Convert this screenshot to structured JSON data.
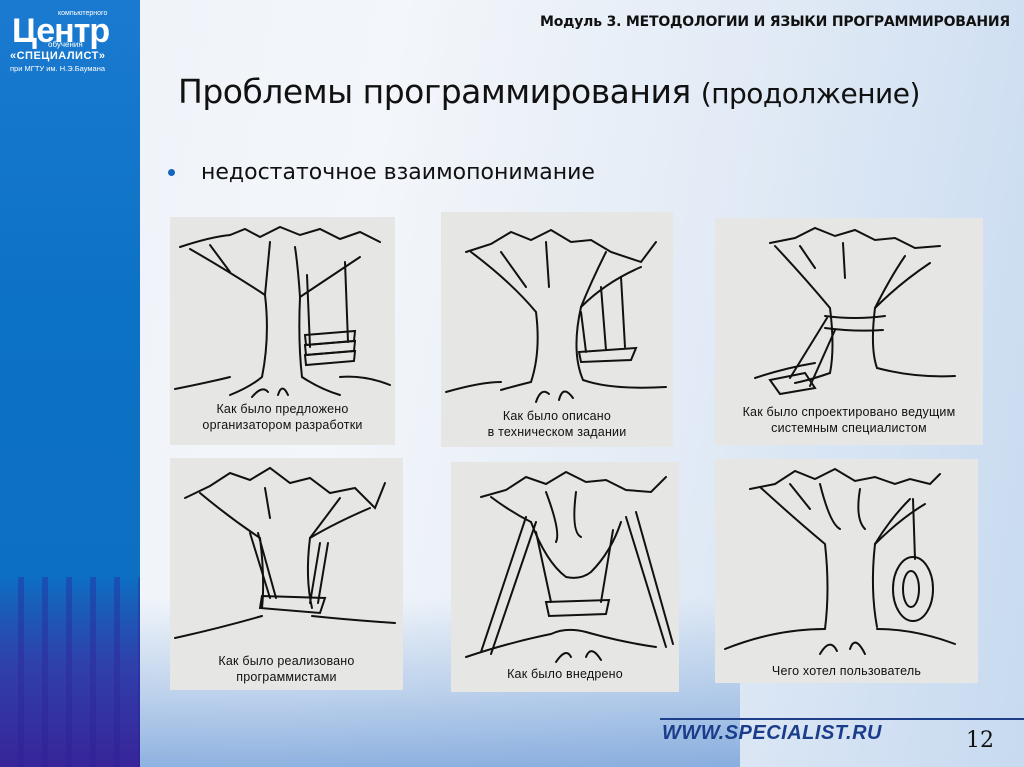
{
  "logo": {
    "top_small": "компьютерного",
    "big": "Центр",
    "middle_small": "обучения",
    "brand": "«СПЕЦИАЛИСТ»",
    "subtitle": "при МГТУ им. Н.Э.Баумана"
  },
  "header": {
    "module": "Модуль 3. МЕТОДОЛОГИИ И ЯЗЫКИ ПРОГРАММИРОВАНИЯ"
  },
  "slide": {
    "title": "Проблемы программирования",
    "title_suffix": "(продолжение)",
    "bullets": [
      "недостаточное взаимопонимание"
    ]
  },
  "panels": [
    {
      "caption_line1": "Как было предложено",
      "caption_line2": "организатором разработки",
      "swing": "three-tier-seat"
    },
    {
      "caption_line1": "Как было описано",
      "caption_line2": "в техническом задании",
      "swing": "three-rope-seat"
    },
    {
      "caption_line1": "Как было спроектировано ведущим",
      "caption_line2": "системным специалистом",
      "swing": "seat-tied-to-trunk"
    },
    {
      "caption_line1": "Как было реализовано",
      "caption_line2": "программистами",
      "swing": "seat-around-trunk"
    },
    {
      "caption_line1": "Как было внедрено",
      "caption_line2": "",
      "swing": "a-frame-cut-trunk"
    },
    {
      "caption_line1": "Чего хотел пользователь",
      "caption_line2": "",
      "swing": "tire-swing"
    }
  ],
  "footer": {
    "url": "WWW.SPECIALIST.RU",
    "page_number": "12"
  },
  "colors": {
    "sidebar_blue": "#0c72c4",
    "bullet_blue": "#1565c0",
    "url_blue": "#1b3e8c",
    "panel_bg": "#e6e6e4"
  }
}
